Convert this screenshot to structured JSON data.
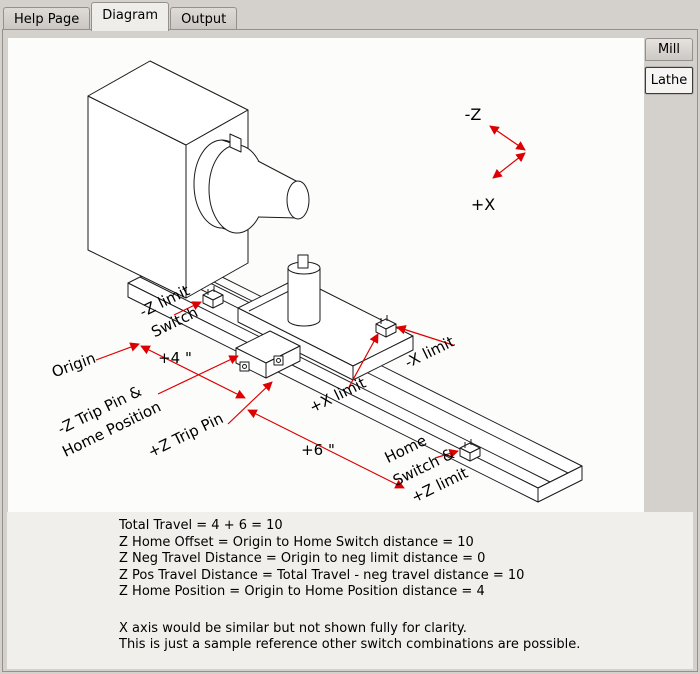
{
  "window": {
    "tabs": [
      {
        "label": "Help Page"
      },
      {
        "label": "Diagram"
      },
      {
        "label": "Output"
      }
    ],
    "active_tab": "Diagram",
    "side_buttons": [
      {
        "label": "Mill"
      },
      {
        "label": "Lathe"
      }
    ],
    "selected_side_button": "Lathe"
  },
  "diagram": {
    "accent_color": "#dd0000",
    "line_color": "#1a1a1a",
    "axis": {
      "neg_z": "-Z",
      "pos_x": "+X"
    },
    "labels": {
      "neg_z_limit_1": "-Z limit",
      "neg_z_limit_2": "Switch",
      "origin": "Origin",
      "dim_four": "+4 \"",
      "neg_z_trip_1": "-Z Trip Pin &",
      "neg_z_trip_2": "Home Position",
      "pos_z_trip": "+Z Trip Pin",
      "dim_six": "+6 \"",
      "pos_x_limit": "+X limit",
      "neg_x_limit": "-X limit",
      "home_1": "Home",
      "home_2": "Switch &",
      "home_3": "+Z limit"
    }
  },
  "notes": {
    "lines": [
      "Total Travel = 4 + 6 = 10",
      "Z Home Offset = Origin to Home Switch distance = 10",
      "Z Neg Travel Distance = Origin to neg limit distance = 0",
      "Z Pos Travel Distance = Total Travel - neg travel distance = 10",
      "Z Home Position = Origin to Home Position distance = 4"
    ],
    "footer_lines": [
      "X axis would be similar but not shown fully for clarity.",
      "This is just a sample reference other switch combinations are possible."
    ]
  }
}
